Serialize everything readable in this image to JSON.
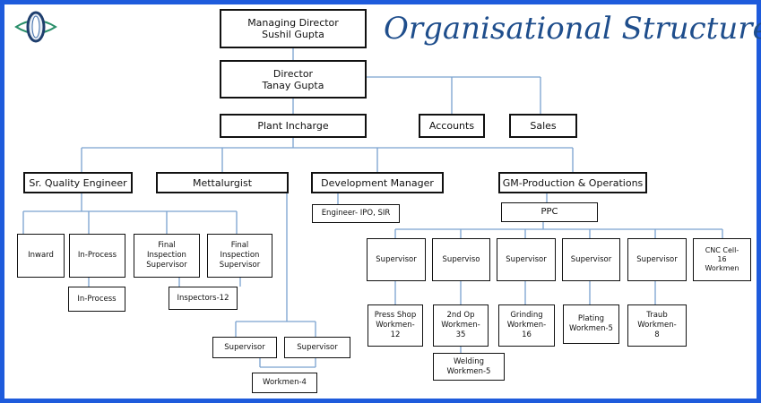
{
  "title": "Organisational Structure",
  "colors": {
    "border": "#1e5bdc",
    "title": "#1f4e8c",
    "line": "#7aa2cf"
  },
  "logo": {
    "icon": "lens-logo"
  },
  "boxes": {
    "md": "Managing Director\nSushil Gupta",
    "director": "Director\nTanay Gupta",
    "plant": "Plant Incharge",
    "accounts": "Accounts",
    "sales": "Sales",
    "sqe": "Sr. Quality Engineer",
    "metal": "Mettalurgist",
    "devmgr": "Development Manager",
    "gm": "GM-Production & Operations",
    "eng": "Engineer- IPO, SIR",
    "ppc": "PPC",
    "inward": "Inward",
    "inprocess": "In-Process",
    "fis1": "Final\nInspection\nSupervisor",
    "fis2": "Final\nInspection\nSupervisor",
    "inprocess2": "In-Process",
    "inspectors": "Inspectors-12",
    "msup1": "Supervisor",
    "msup2": "Supervisor",
    "mwork": "Workmen-4",
    "sup1": "Supervisor",
    "sup2": "Superviso",
    "sup3": "Supervisor",
    "sup4": "Supervisor",
    "sup5": "Supervisor",
    "cnc": "CNC Cell-\n16\nWorkmen",
    "w1": "Press Shop\nWorkmen-\n12",
    "w2": "2nd Op\nWorkmen-\n35",
    "w2b": "Welding\nWorkmen-5",
    "w3": "Grinding\nWorkmen-\n16",
    "w4": "Plating\nWorkmen-5",
    "w5": "Traub\nWorkmen-\n8"
  }
}
